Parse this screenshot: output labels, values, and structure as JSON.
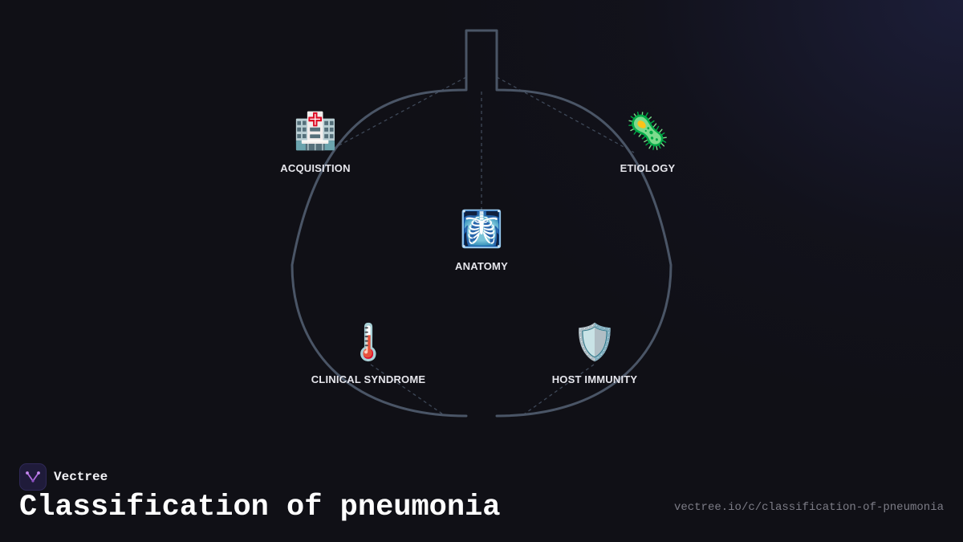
{
  "brand": {
    "name": "Vectree"
  },
  "title": "Classification of pneumonia",
  "url": "vectree.io/c/classification-of-pneumonia",
  "diagram": {
    "nodes": [
      {
        "id": "acquisition",
        "label": "ACQUISITION",
        "icon": "hospital-icon",
        "glyph": "🏥"
      },
      {
        "id": "etiology",
        "label": "ETIOLOGY",
        "icon": "microbe-icon",
        "glyph": "🦠"
      },
      {
        "id": "anatomy",
        "label": "ANATOMY",
        "icon": "x-ray-icon",
        "glyph": "🩻"
      },
      {
        "id": "clinical_syndrome",
        "label": "CLINICAL SYNDROME",
        "icon": "thermometer-icon",
        "glyph": "🌡️"
      },
      {
        "id": "host_immunity",
        "label": "HOST IMMUNITY",
        "icon": "shield-icon",
        "glyph": "🛡️"
      }
    ]
  },
  "colors": {
    "background": "#101016",
    "outline": "#4a5566",
    "connector": "#3e4858",
    "accent": "#b06ce0"
  }
}
